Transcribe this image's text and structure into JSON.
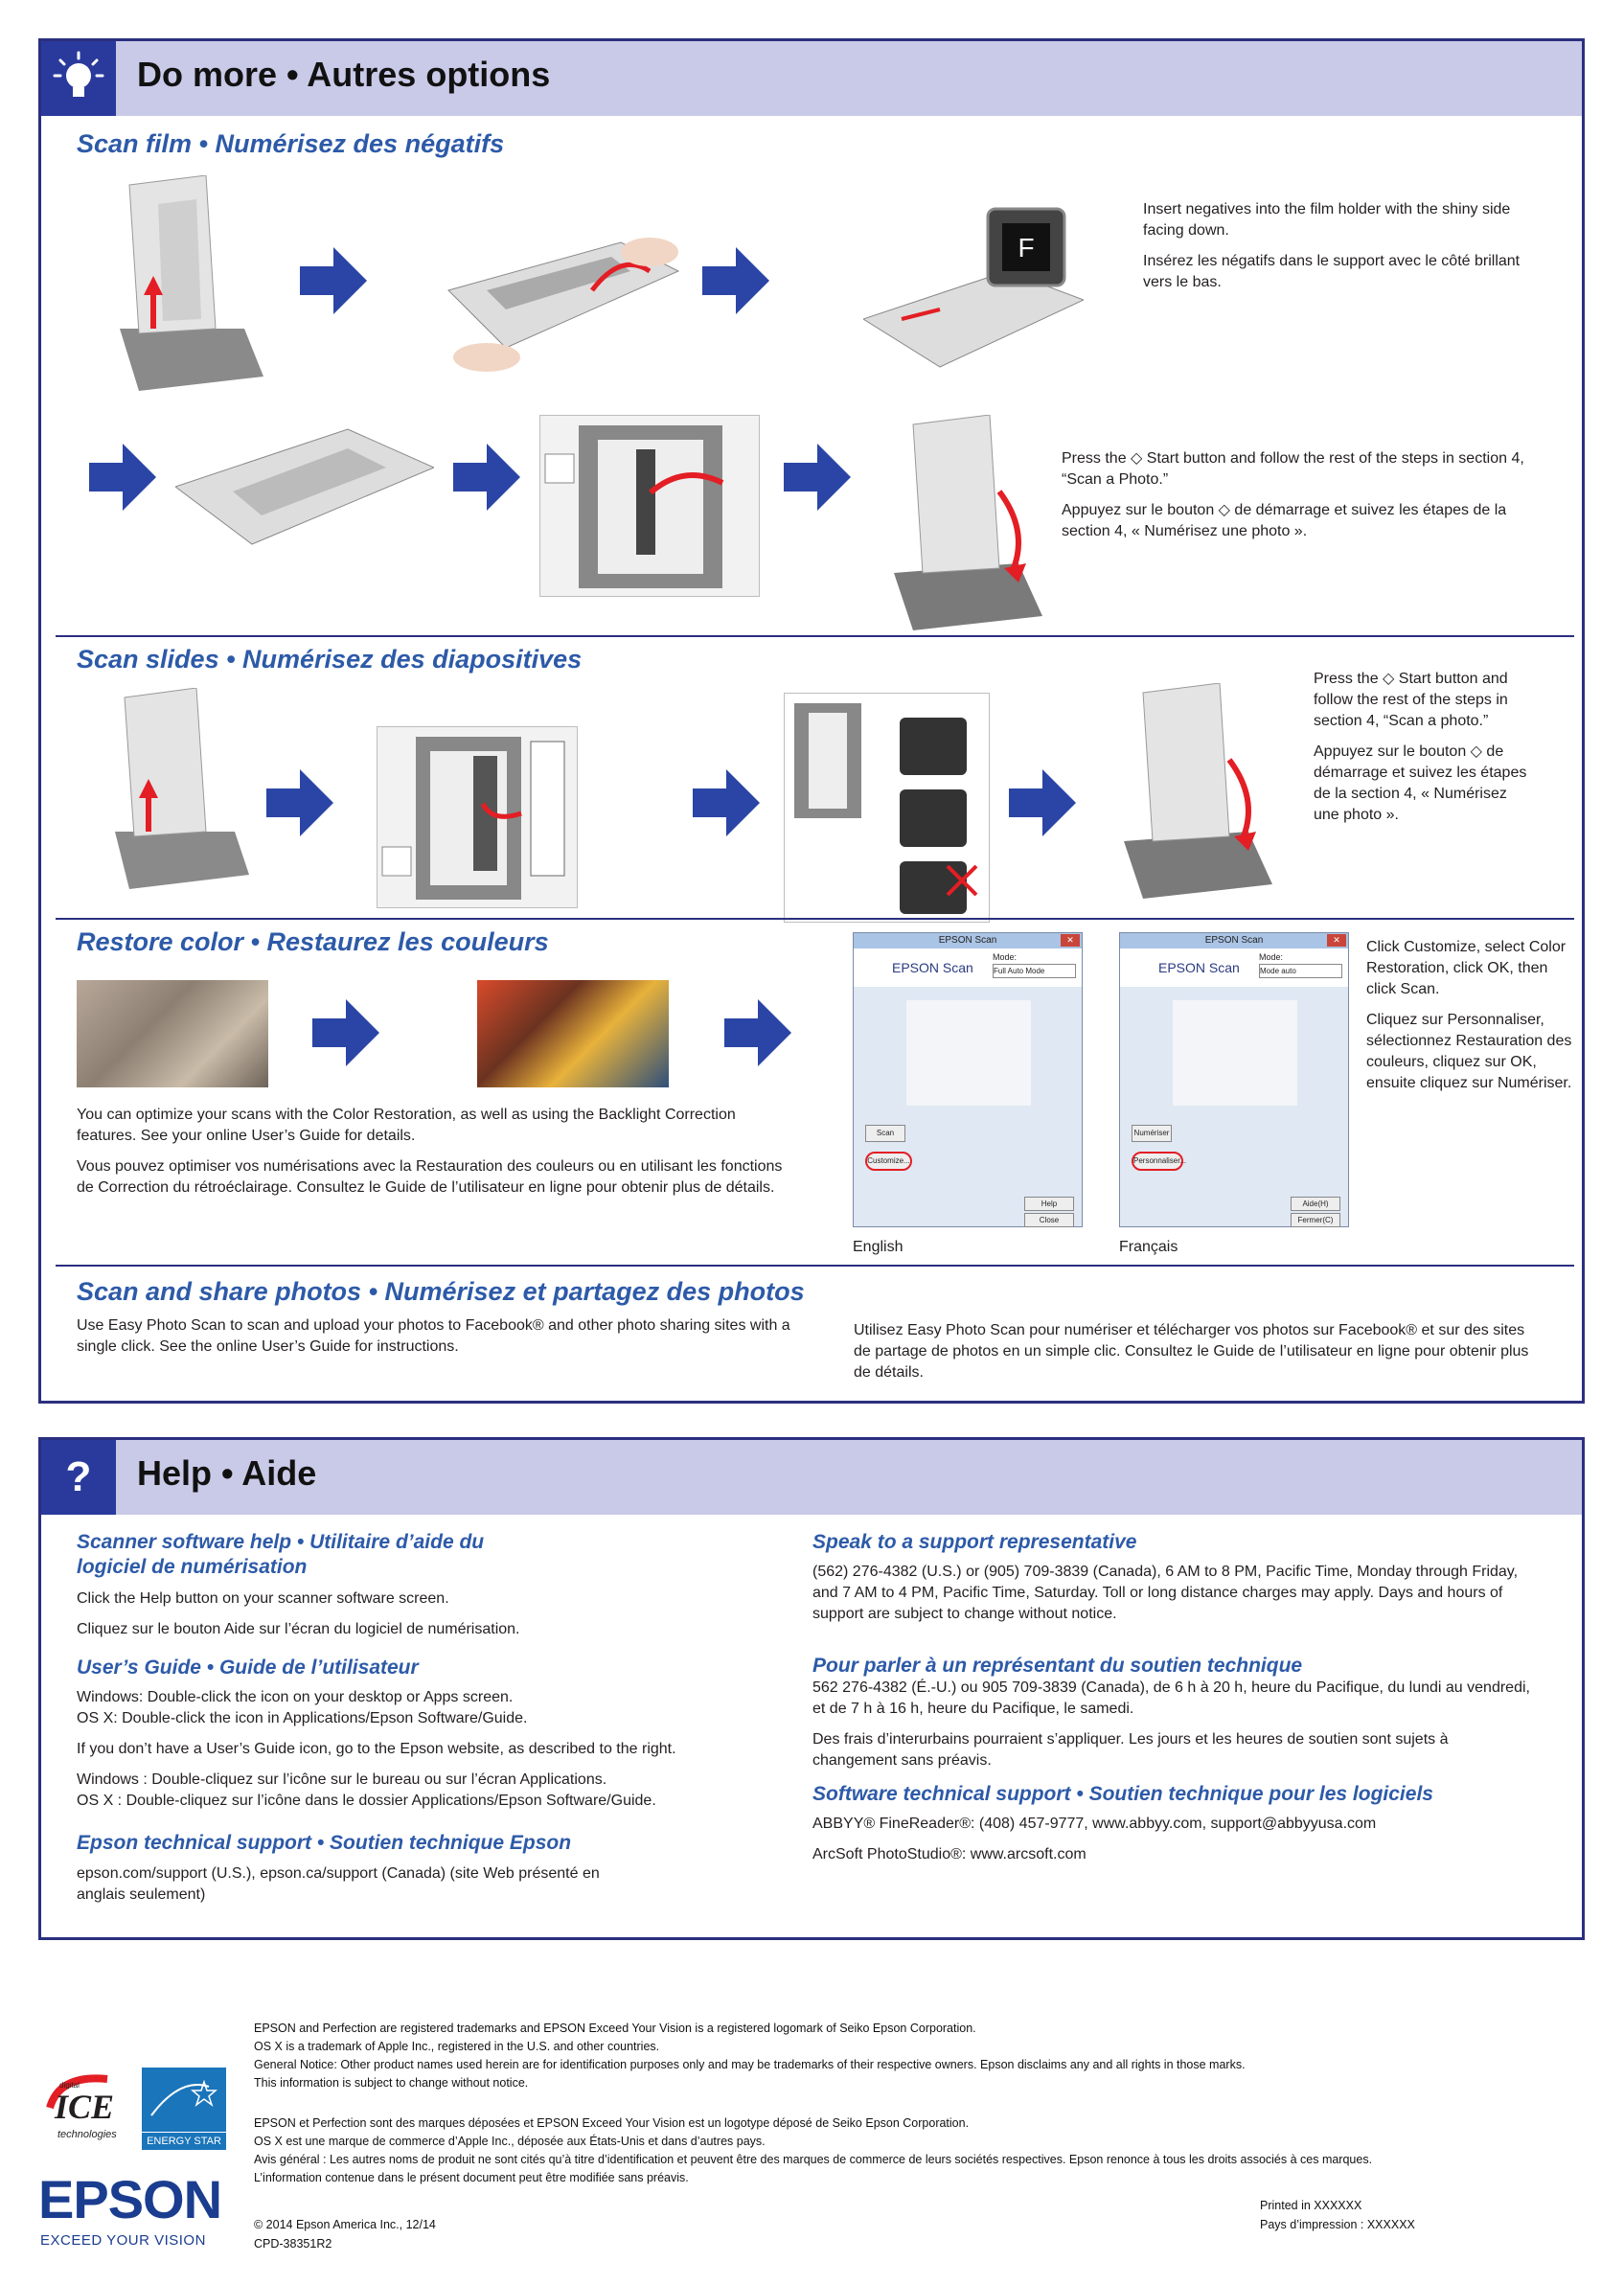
{
  "do_more": {
    "title": "Do more • Autres options",
    "scan_film": {
      "title": "Scan film • Numérisez des négatifs",
      "step1_en": "Insert negatives into the film holder with the shiny side facing down.",
      "step1_fr": "Insérez les négatifs dans le support avec le côté brillant vers le bas.",
      "step2_en": "Press the ◇ Start button and follow the rest of the steps in section 4, “Scan a Photo.”",
      "step2_fr": "Appuyez sur le bouton ◇ de démarrage et suivez les étapes de la section 4, « Numérisez une photo »."
    },
    "scan_slides": {
      "title": "Scan slides • Numérisez des diapositives",
      "text_en": "Press the ◇ Start button and follow the rest of the steps in section 4, “Scan a photo.”",
      "text_fr": "Appuyez sur le bouton ◇ de démarrage et suivez les étapes de la section 4, « Numérisez une photo »."
    },
    "restore_color": {
      "title": "Restore color • Restaurez les couleurs",
      "text_en": "You can optimize your scans with the Color Restoration, as well as using the Backlight Correction features. See your online User’s Guide for details.",
      "text_fr": "Vous pouvez optimiser vos numérisations avec la Restauration des couleurs ou en utilisant les fonctions de Correction du rétroéclairage. Consultez le Guide de l’utilisateur en ligne pour obtenir plus de détails.",
      "caption_en": "English",
      "caption_fr": "Français",
      "instr_en": "Click Customize, select Color Restoration, click OK, then click Scan.",
      "instr_fr": "Cliquez sur Personnaliser, sélectionnez Restauration des couleurs, cliquez sur OK, ensuite cliquez sur Numériser.",
      "window_title": "EPSON Scan",
      "window_brand": "EPSON Scan",
      "mode_label": "Mode:",
      "mode_en": "Full Auto Mode",
      "mode_fr": "Mode auto",
      "scan_btn_en": "Scan",
      "scan_btn_fr": "Numériser",
      "customize_btn_en": "Customize...",
      "customize_btn_fr": "Personnaliser...",
      "help_btn_en": "Help",
      "help_btn_fr": "Aide(H)",
      "close_btn_en": "Close",
      "close_btn_fr": "Fermer(C)"
    },
    "scan_share": {
      "title": "Scan and share photos • Numérisez et partagez des photos",
      "text_en": "Use Easy Photo Scan to scan and upload your photos to Facebook® and other photo sharing sites with a single click. See the online User’s Guide for instructions.",
      "text_fr": "Utilisez Easy Photo Scan pour numériser et télécharger vos photos sur Facebook® et sur des sites de partage de photos en un simple clic. Consultez le Guide de l’utilisateur en ligne pour obtenir plus de détails."
    }
  },
  "help": {
    "title": "Help • Aide",
    "scanner_help_title": "Scanner software help • Utilitaire d’aide du logiciel de numérisation",
    "scanner_help_en": "Click the Help button on your scanner software screen.",
    "scanner_help_fr": "Cliquez sur le bouton Aide sur l’écran du logiciel de numérisation.",
    "guide_title": "User’s Guide • Guide de l’utilisateur",
    "guide_win_en": "Windows: Double-click the icon on your desktop or Apps screen.",
    "guide_osx_en": "OS X: Double-click the icon in Applications/Epson Software/Guide.",
    "guide_none_en": "If you don’t have a User’s Guide icon, go to the Epson website, as described to the right.",
    "guide_win_fr": "Windows : Double-cliquez sur l’icône sur le bureau ou sur l’écran Applications.",
    "guide_osx_fr": "OS X : Double-cliquez sur l’icône dans le dossier Applications/Epson Software/Guide.",
    "epson_support_title": "Epson technical support • Soutien technique Epson",
    "epson_support_text": "epson.com/support (U.S.), epson.ca/support (Canada) (site Web présenté en anglais seulement)",
    "speak_title": "Speak to a support representative",
    "speak_text": "(562) 276-4382 (U.S.) or (905) 709-3839 (Canada), 6 AM to 8 PM, Pacific Time, Monday through Friday, and 7 AM to 4 PM, Pacific Time, Saturday. Toll or long distance charges may apply. Days and hours of support are subject to change without notice.",
    "parler_title": "Pour parler à un représentant du soutien technique",
    "parler_text": "562 276-4382 (É.-U.) ou 905 709-3839 (Canada), de 6 h à 20 h, heure du Pacifique, du lundi au vendredi, et de 7 h à 16 h, heure du Pacifique, le samedi.",
    "parler_text2": "Des frais d’interurbains pourraient s’appliquer. Les jours et les heures de soutien sont sujets à changement sans préavis.",
    "software_title": "Software technical support • Soutien technique pour les logiciels",
    "abbyy": "ABBYY® FineReader®: (408) 457-9777, www.abbyy.com, support@abbyyusa.com",
    "arcsoft": "ArcSoft PhotoStudio®: www.arcsoft.com"
  },
  "footer": {
    "legal_en": [
      "EPSON and Perfection are registered trademarks and EPSON Exceed Your Vision is a registered logomark of Seiko Epson Corporation.",
      "OS X is a trademark of Apple Inc., registered in the U.S. and other countries.",
      "General Notice: Other product names used herein are for identification purposes only and may be trademarks of their respective owners. Epson disclaims any and all rights in those marks.",
      "This information is subject to change without notice."
    ],
    "legal_fr": [
      "EPSON et Perfection sont des marques déposées et EPSON Exceed Your Vision est un logotype déposé de Seiko Epson Corporation.",
      "OS X est une marque de commerce d’Apple Inc., déposée aux États-Unis et dans d’autres pays.",
      "Avis général : Les autres noms de produit ne sont cités qu’à titre d’identification et peuvent être des marques de commerce de leurs sociétés respectives. Epson renonce à tous les droits associés à ces marques.",
      "L’information contenue dans le présent document peut être modifiée sans préavis."
    ],
    "copyright": "© 2014 Epson America Inc., 12/14",
    "part_number": "CPD-38351R2",
    "printed_en": "Printed in XXXXXX",
    "printed_fr": "Pays d’impression : XXXXXX",
    "ice_small": "digital",
    "ice_big": "ICE",
    "ice_sub": "technologies",
    "energy_star": "ENERGY STAR",
    "epson_logo": "EPSON",
    "epson_tagline": "EXCEED YOUR VISION"
  },
  "colors": {
    "accent": "#2d5aa8",
    "band": "#c9c9e8",
    "border": "#2b2f7f",
    "arrow": "#2a45a5",
    "red": "#e31e24"
  }
}
